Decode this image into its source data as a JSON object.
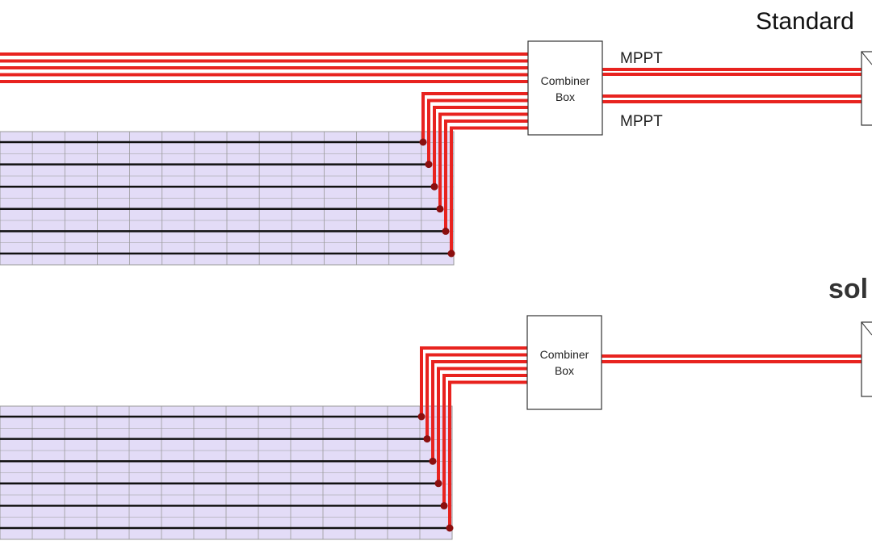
{
  "headings": {
    "standard": "Standard",
    "brand": "sol"
  },
  "top_diagram": {
    "combiner_box": {
      "line1": "Combiner",
      "line2": "Box"
    },
    "mppt_labels": [
      "MPPT",
      "MPPT"
    ],
    "external_string_pairs": 5,
    "panel_strings": 6,
    "panel_columns": 14
  },
  "bottom_diagram": {
    "combiner_box": {
      "line1": "Combiner",
      "line2": "Box"
    },
    "panel_strings": 6,
    "panel_columns": 14
  },
  "colors": {
    "wire": "#e8231f",
    "string_wire": "#111111",
    "connector_dot": "#8b0f0f",
    "panel_fill": "#e3dcf7",
    "panel_grid": "#9a9a9a",
    "box_border": "#333333"
  }
}
